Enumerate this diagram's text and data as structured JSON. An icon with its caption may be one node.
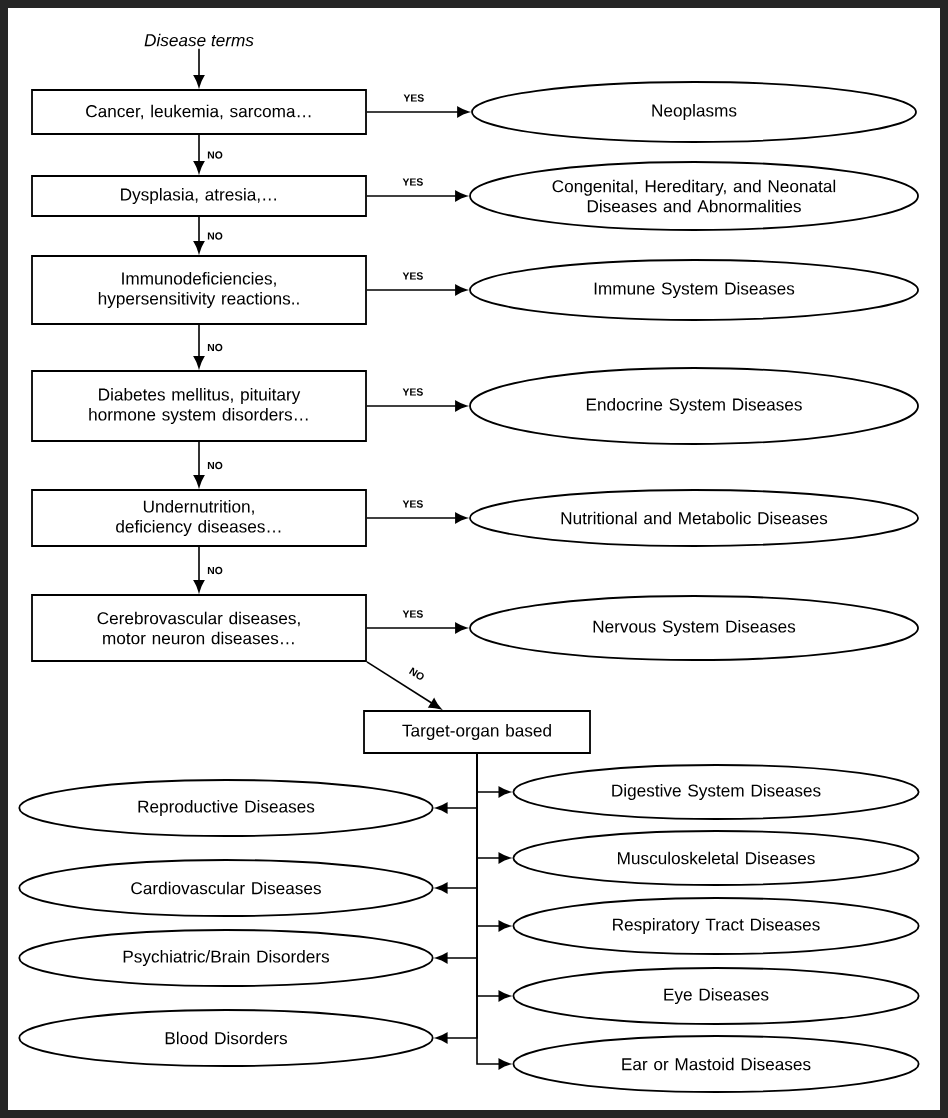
{
  "diagram": {
    "nodes": [
      {
        "text": [
          "Disease terms"
        ]
      },
      {
        "text": [
          "Cancer, leukemia, sarcoma…"
        ]
      },
      {
        "text": [
          "Neoplasms"
        ]
      },
      {
        "text": [
          "Dysplasia, atresia,…"
        ]
      },
      {
        "text": [
          "Congenital, Hereditary, and Neonatal Diseases and Abnormalities"
        ]
      },
      {
        "text": [
          "Immunodeficiencies, hypersensitivity reactions.."
        ]
      },
      {
        "text": [
          "Immune System Diseases"
        ]
      },
      {
        "text": [
          "Diabetes mellitus, pituitary hormone system disorders…"
        ]
      },
      {
        "text": [
          "Endocrine System Diseases"
        ]
      },
      {
        "text": [
          "Undernutrition, deficiency diseases…"
        ]
      },
      {
        "text": [
          "Nutritional and Metabolic Diseases"
        ]
      },
      {
        "text": [
          "Cerebrovascular diseases, motor neuron diseases…"
        ]
      },
      {
        "text": [
          "Nervous System Diseases"
        ]
      },
      {
        "text": [
          "Target-organ based"
        ]
      },
      {
        "text": [
          "Digestive System Diseases"
        ]
      },
      {
        "text": [
          "Reproductive Diseases"
        ]
      },
      {
        "text": [
          "Musculoskeletal Diseases"
        ]
      },
      {
        "text": [
          "Cardiovascular Diseases"
        ]
      },
      {
        "text": [
          "Respiratory Tract Diseases"
        ]
      },
      {
        "text": [
          "Psychiatric/Brain Disorders"
        ]
      },
      {
        "text": [
          "Eye Diseases"
        ]
      },
      {
        "text": [
          "Blood Disorders"
        ]
      },
      {
        "text": [
          "Ear or Mastoid Diseases"
        ]
      }
    ],
    "edges": [
      {
        "from": 0,
        "to": 1,
        "arrow": "to"
      },
      {
        "from": 1,
        "to": 2,
        "arrow": "to",
        "label": "YES"
      },
      {
        "from": 1,
        "to": 3,
        "arrow": "to",
        "label": "NO"
      },
      {
        "from": 3,
        "to": 4,
        "arrow": "to",
        "label": "YES"
      },
      {
        "from": 3,
        "to": 5,
        "arrow": "to",
        "label": "NO"
      },
      {
        "from": 5,
        "to": 6,
        "arrow": "to",
        "label": "YES"
      },
      {
        "from": 5,
        "to": 7,
        "arrow": "to",
        "label": "NO"
      },
      {
        "from": 7,
        "to": 8,
        "arrow": "to",
        "label": "YES"
      },
      {
        "from": 7,
        "to": 9,
        "arrow": "to",
        "label": "NO"
      },
      {
        "from": 9,
        "to": 10,
        "arrow": "to",
        "label": "YES"
      },
      {
        "from": 9,
        "to": 11,
        "arrow": "to",
        "label": "NO"
      },
      {
        "from": 11,
        "to": 12,
        "arrow": "to",
        "label": "YES"
      },
      {
        "from": 11,
        "to": 13,
        "arrow": "to",
        "label": "NO"
      },
      {
        "from": 13,
        "to": 14,
        "arrow": "to"
      },
      {
        "from": 13,
        "to": 15,
        "arrow": "to"
      },
      {
        "from": 13,
        "to": 16,
        "arrow": "to"
      },
      {
        "from": 13,
        "to": 17,
        "arrow": "to"
      },
      {
        "from": 13,
        "to": 18,
        "arrow": "to"
      },
      {
        "from": 13,
        "to": 19,
        "arrow": "to"
      },
      {
        "from": 13,
        "to": 20,
        "arrow": "to"
      },
      {
        "from": 13,
        "to": 21,
        "arrow": "to"
      },
      {
        "from": 13,
        "to": 22,
        "arrow": "to"
      }
    ]
  }
}
